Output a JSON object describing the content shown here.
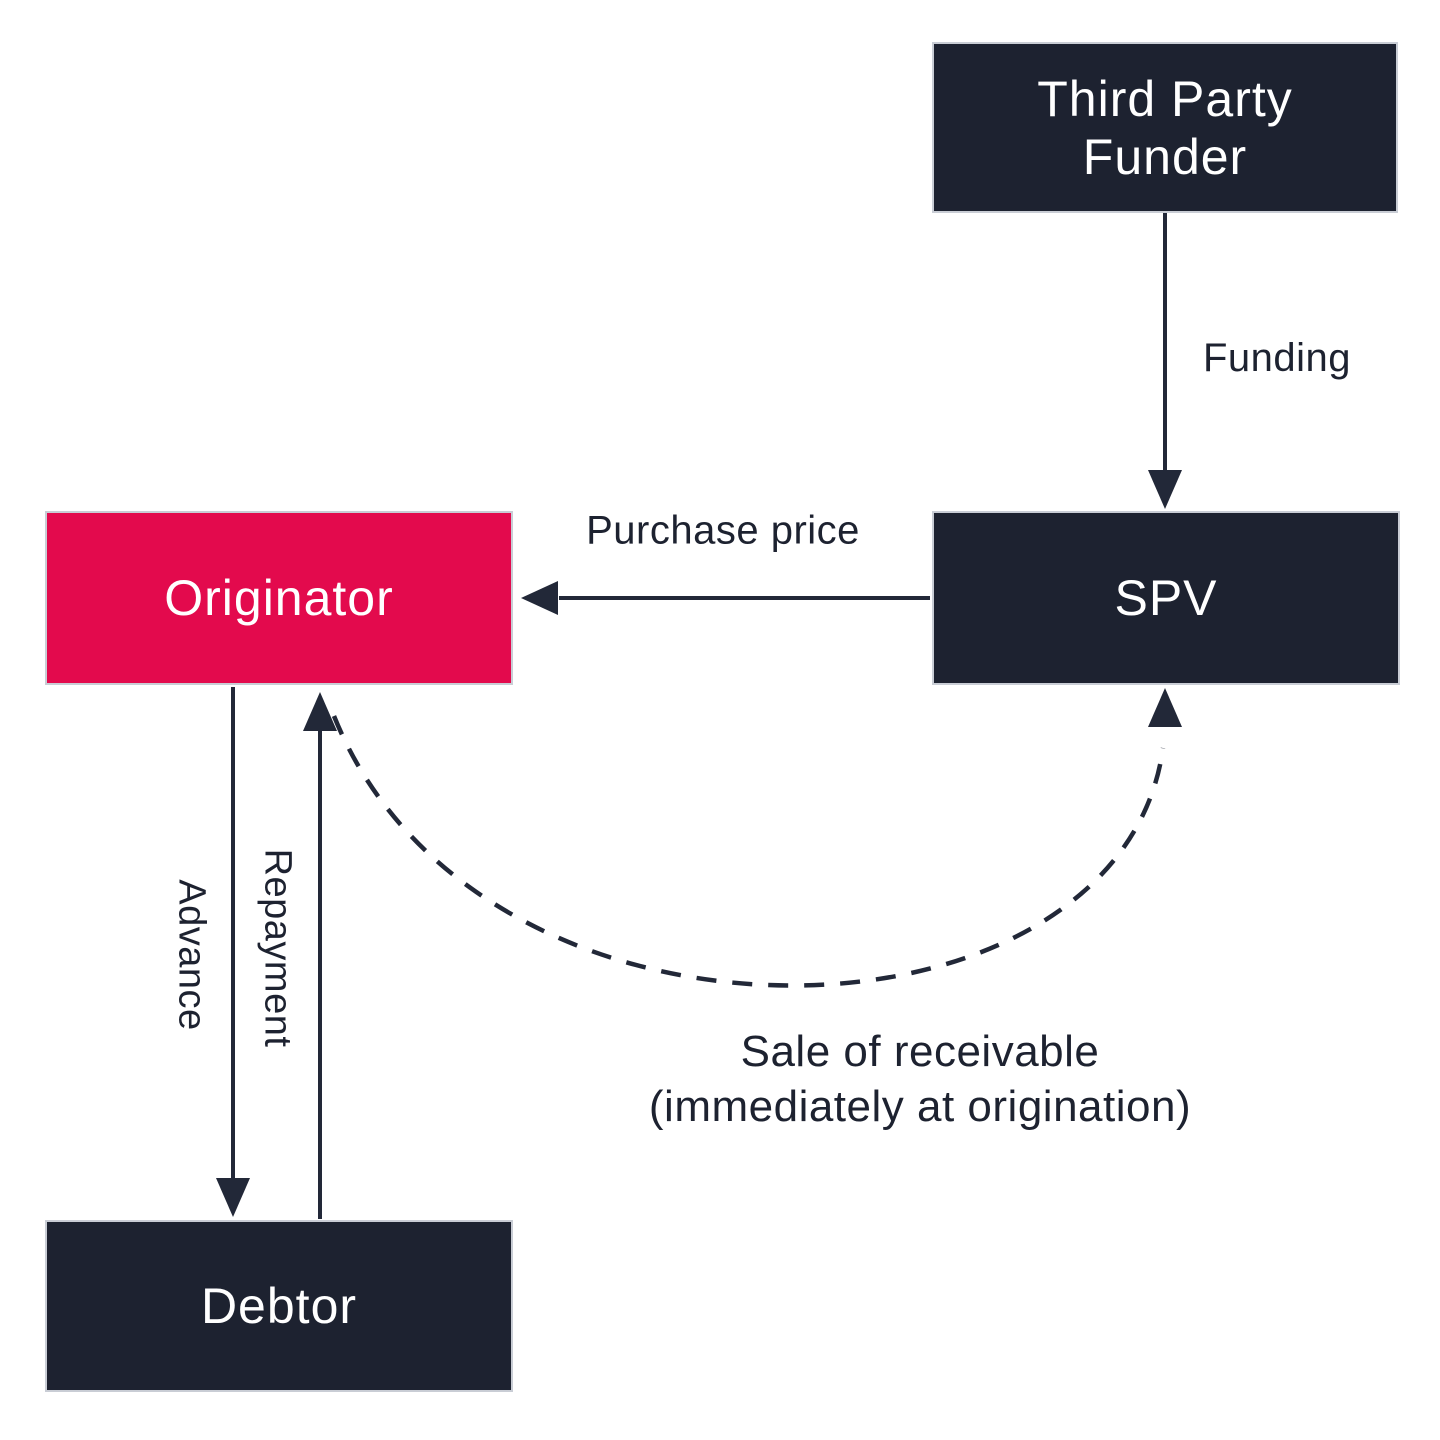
{
  "diagram": {
    "type": "flow-diagram",
    "background": "#FFFFFF"
  },
  "colors": {
    "navy_box": "#1D2230",
    "red_box": "#E30A4D",
    "box_border": "#C9CDD5",
    "box_text": "#FFFFFF",
    "line": "#222838",
    "label_text": "#1D2230"
  },
  "nodes": {
    "third_party_funder": {
      "label": "Third Party Funder",
      "fill": "#1D2230"
    },
    "spv": {
      "label": "SPV",
      "fill": "#1D2230"
    },
    "originator": {
      "label": "Originator",
      "fill": "#E30A4D"
    },
    "debtor": {
      "label": "Debtor",
      "fill": "#1D2230"
    }
  },
  "edges": {
    "funding": {
      "label": "Funding",
      "from": "third_party_funder",
      "to": "spv",
      "style": "solid"
    },
    "purchase_price": {
      "label": "Purchase price",
      "from": "spv",
      "to": "originator",
      "style": "solid"
    },
    "advance": {
      "label": "Advance",
      "from": "originator",
      "to": "debtor",
      "style": "solid"
    },
    "repayment": {
      "label": "Repayment",
      "from": "debtor",
      "to": "originator",
      "style": "solid"
    },
    "sale_of_receivable": {
      "label_line1": "Sale of receivable",
      "label_line2": "(immediately at origination)",
      "from": "originator",
      "to": "spv",
      "style": "dashed"
    }
  }
}
